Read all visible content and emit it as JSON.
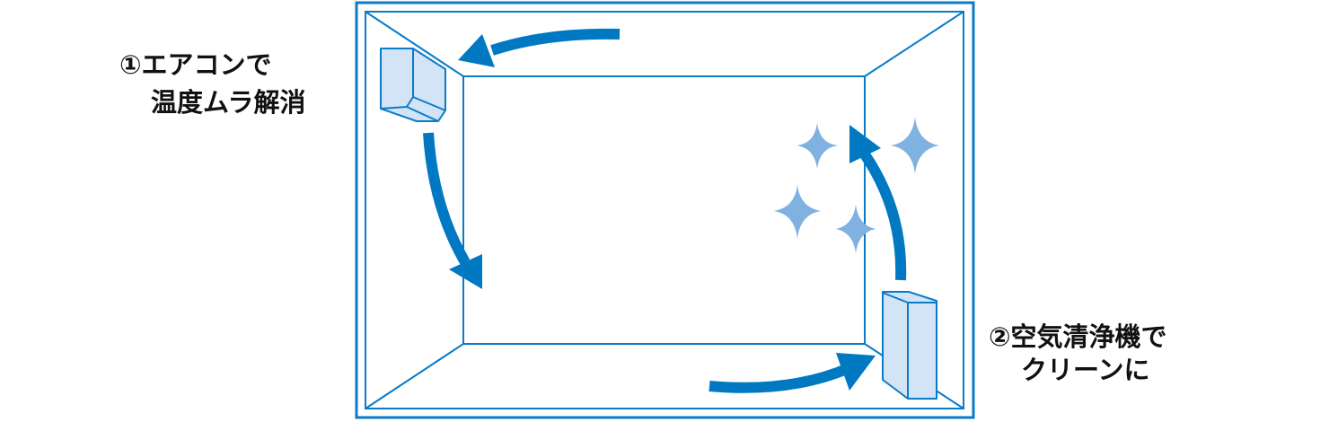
{
  "labels": {
    "aircon_line1": "①エアコンで",
    "aircon_line2": "温度ムラ解消",
    "purifier_line1": "②空気清浄機で",
    "purifier_line2": "クリーンに"
  },
  "colors": {
    "line": "#0a7cc7",
    "arrow": "#0079c2",
    "unit_fill": "#d2e4f5",
    "sparkle": "#7fb2e0",
    "text": "#111111"
  }
}
